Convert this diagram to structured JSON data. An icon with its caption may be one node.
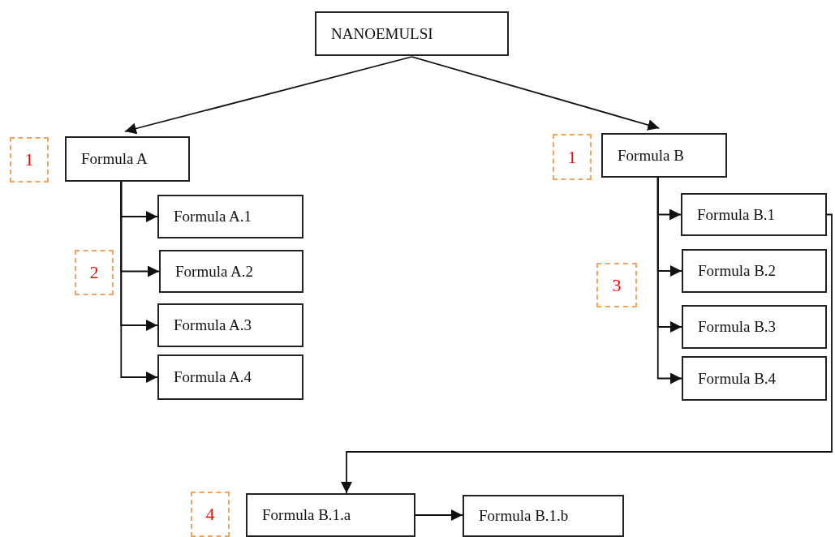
{
  "diagram": {
    "nodes": [
      {
        "text": [
          "NANOEMULSI"
        ]
      },
      {
        "text": [
          "1"
        ]
      },
      {
        "text": [
          "Formula A"
        ]
      },
      {
        "text": [
          "1"
        ]
      },
      {
        "text": [
          "Formula B"
        ]
      },
      {
        "text": [
          "Formula A.1"
        ]
      },
      {
        "text": [
          "2"
        ]
      },
      {
        "text": [
          "Formula A.2"
        ]
      },
      {
        "text": [
          "Formula A.3"
        ]
      },
      {
        "text": [
          "Formula A.4"
        ]
      },
      {
        "text": [
          "Formula B.1"
        ]
      },
      {
        "text": [
          "3"
        ]
      },
      {
        "text": [
          "Formula B.2"
        ]
      },
      {
        "text": [
          "Formula B.3"
        ]
      },
      {
        "text": [
          "Formula B.4"
        ]
      },
      {
        "text": [
          "4"
        ]
      },
      {
        "text": [
          "Formula B.1.a"
        ]
      },
      {
        "text": [
          "Formula B.1.b"
        ]
      }
    ],
    "edges": [
      {
        "from": 0,
        "to": 2,
        "arrow": "to"
      },
      {
        "from": 0,
        "to": 4,
        "arrow": "to"
      },
      {
        "from": 2,
        "to": 5,
        "arrow": "to"
      },
      {
        "from": 2,
        "to": 7,
        "arrow": "to"
      },
      {
        "from": 2,
        "to": 8,
        "arrow": "to"
      },
      {
        "from": 2,
        "to": 9,
        "arrow": "to"
      },
      {
        "from": 4,
        "to": 10,
        "arrow": "to"
      },
      {
        "from": 4,
        "to": 12,
        "arrow": "to"
      },
      {
        "from": 4,
        "to": 13,
        "arrow": "to"
      },
      {
        "from": 4,
        "to": 14,
        "arrow": "to"
      },
      {
        "from": 10,
        "to": 16,
        "arrow": "to"
      },
      {
        "from": 16,
        "to": 17,
        "arrow": "to"
      }
    ]
  }
}
